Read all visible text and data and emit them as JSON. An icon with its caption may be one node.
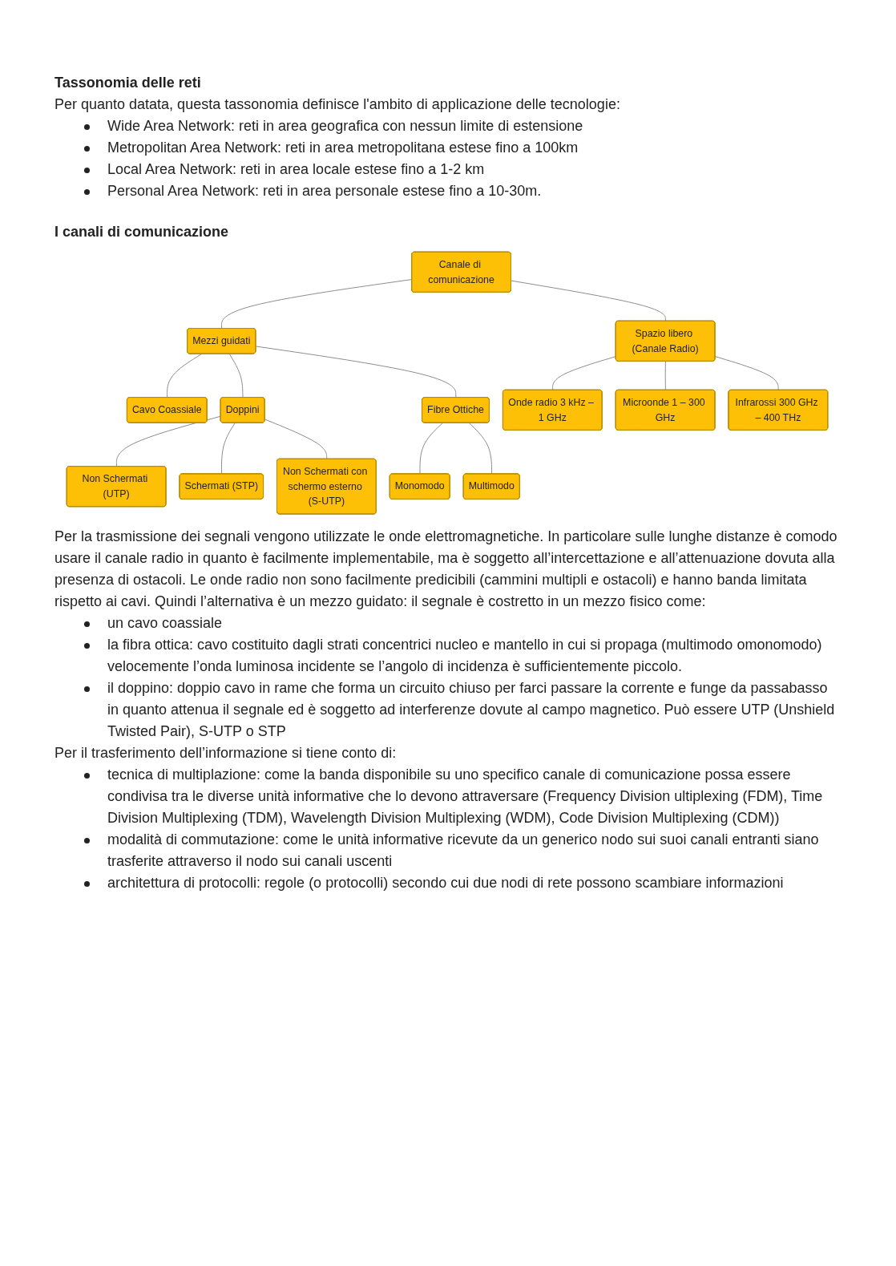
{
  "diagram": {
    "nodes": [
      {
        "text": [
          "Canale di comunicazione"
        ]
      },
      {
        "text": [
          "Mezzi guidati"
        ]
      },
      {
        "text": [
          "Spazio libero (Canale Radio)"
        ]
      },
      {
        "text": [
          "Cavo Coassiale"
        ]
      },
      {
        "text": [
          "Doppini"
        ]
      },
      {
        "text": [
          "Fibre Ottiche"
        ]
      },
      {
        "text": [
          "Onde radio 3 kHz – 1 GHz"
        ]
      },
      {
        "text": [
          "Microonde 1 – 300 GHz"
        ]
      },
      {
        "text": [
          "Infrarossi 300 GHz – 400 THz"
        ]
      },
      {
        "text": [
          "Non Schermati (UTP)"
        ]
      },
      {
        "text": [
          "Schermati (STP)"
        ]
      },
      {
        "text": [
          "Non Schermati con schermo esterno (S-UTP)"
        ]
      },
      {
        "text": [
          "Monomodo"
        ]
      },
      {
        "text": [
          "Multimodo"
        ]
      }
    ],
    "edges": [
      {
        "from": 0,
        "to": 1,
        "arrow": "none"
      },
      {
        "from": 0,
        "to": 2,
        "arrow": "none"
      },
      {
        "from": 1,
        "to": 3,
        "arrow": "none"
      },
      {
        "from": 1,
        "to": 4,
        "arrow": "none"
      },
      {
        "from": 1,
        "to": 5,
        "arrow": "none"
      },
      {
        "from": 2,
        "to": 6,
        "arrow": "none"
      },
      {
        "from": 2,
        "to": 7,
        "arrow": "none"
      },
      {
        "from": 2,
        "to": 8,
        "arrow": "none"
      },
      {
        "from": 4,
        "to": 9,
        "arrow": "none"
      },
      {
        "from": 4,
        "to": 10,
        "arrow": "none"
      },
      {
        "from": 4,
        "to": 11,
        "arrow": "none"
      },
      {
        "from": 5,
        "to": 12,
        "arrow": "none"
      },
      {
        "from": 5,
        "to": 13,
        "arrow": "none"
      }
    ],
    "labels": [
      "Tassonomia delle reti",
      "Per quanto datata, questa tassonomia definisce l'ambito di applicazione delle tecnologie:",
      "Wide Area Network: reti in area geografica con nessun limite di estensione",
      "Metropolitan Area Network: reti in area metropolitana estese fino a 100km",
      "Local Area Network: reti in area locale estese fino a 1-2 km",
      "Personal Area Network: reti in area personale estese fino a 10-30m.",
      "I canali di comunicazione",
      "Per la trasmissione dei segnali vengono utilizzate le onde elettromagnetiche. In particolare sulle lunghe distanze è comodo usare il canale radio in quanto è facilmente implementabile, ma è soggetto all’intercettazione e all’attenuazione dovuta alla presenza di ostacoli. Le onde radio non sono facilmente predicibili (cammini multipli e ostacoli) e hanno banda limitata rispetto ai cavi. Quindi l’alternativa è un mezzo guidato: il segnale è costretto in un mezzo fisico come:",
      "un cavo coassiale",
      "la fibra ottica: cavo costituito dagli strati concentrici nucleo e mantello in cui si propaga (multimodo omonomodo) velocemente l’onda luminosa incidente se l’angolo di incidenza è sufficientemente piccolo.",
      "il doppino: doppio cavo in rame che forma un circuito chiuso per farci passare la corrente e funge da passabasso in quanto attenua il segnale ed è soggetto ad interferenze dovute al campo magnetico. Può essere UTP (Unshield Twisted Pair), S-UTP o STP",
      "Per il trasferimento dell’informazione si tiene conto di:",
      "tecnica di multiplazione: come la banda disponibile su uno specifico canale di comunicazione possa essere condivisa tra le diverse unità informative che lo devono attraversare (Frequency Division ultiplexing (FDM), Time Division Multiplexing (TDM), Wavelength Division Multiplexing (WDM), Code Division Multiplexing (CDM))",
      "modalità di commutazione: come le unità informative ricevute da un generico nodo sui suoi canali entranti siano trasferite attraverso il nodo sui canali uscenti",
      "architettura di protocolli: regole (o protocolli) secondo cui due nodi di rete possono scambiare informazioni"
    ]
  }
}
